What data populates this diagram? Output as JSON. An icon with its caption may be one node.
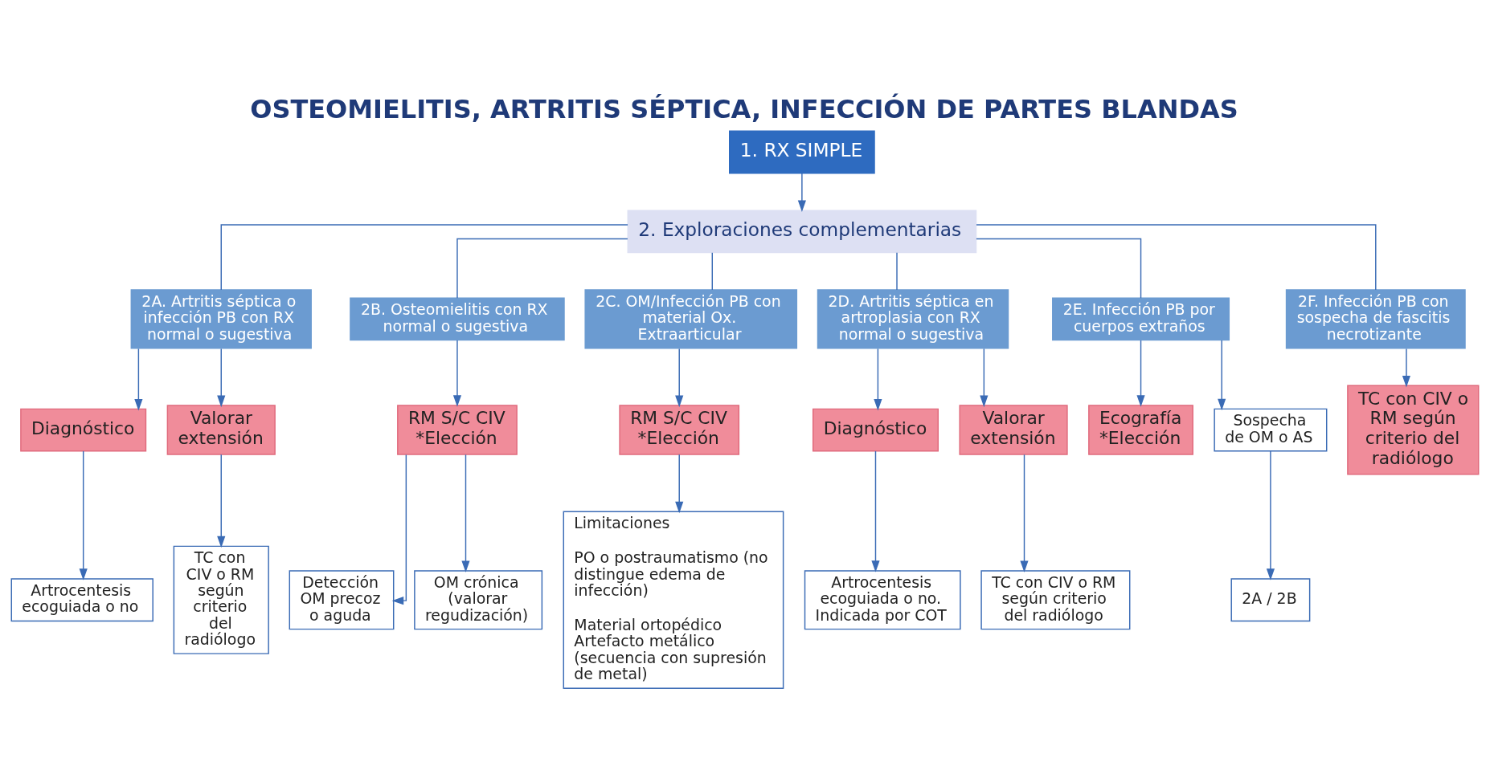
{
  "diagram": {
    "title": "OSTEOMIELITIS, ARTRITIS SÉPTICA, INFECCIÓN DE PARTES BLANDAS",
    "nodes": [
      {
        "text": [
          "1. RX SIMPLE"
        ]
      },
      {
        "text": [
          "2. Exploraciones complementarias"
        ]
      },
      {
        "text": [
          "2A. Artritis séptica o infección PB con RX normal o sugestiva"
        ]
      },
      {
        "text": [
          "2B. Osteomielitis con RX normal o sugestiva"
        ]
      },
      {
        "text": [
          "2C. OM/Infección PB con material Ox. Extraarticular"
        ]
      },
      {
        "text": [
          "2D. Artritis séptica en artroplasia con RX normal o sugestiva"
        ]
      },
      {
        "text": [
          "2E. Infección PB por cuerpos extraños"
        ]
      },
      {
        "text": [
          "2F. Infección PB con sospecha de fascitis necrotizante"
        ]
      },
      {
        "text": [
          "Diagnóstico"
        ]
      },
      {
        "text": [
          "Valorar extensión"
        ]
      },
      {
        "text": [
          "Artrocentesis ecoguiada o no"
        ]
      },
      {
        "text": [
          "TC con CIV o RM según criterio del radiólogo"
        ]
      },
      {
        "text": [
          "RM S/C CIV *Elección"
        ]
      },
      {
        "text": [
          "Detección OM precoz o aguda"
        ]
      },
      {
        "text": [
          "OM crónica (valorar regudización)"
        ]
      },
      {
        "text": [
          "RM S/C CIV *Elección"
        ]
      },
      {
        "text": [
          "Limitaciones",
          "PO o postraumatismo (no distingue edema de infección)",
          "Material ortopédico Artefacto metálico (secuencia con supresión de metal)"
        ]
      },
      {
        "text": [
          "Diagnóstico"
        ]
      },
      {
        "text": [
          "Valorar extensión"
        ]
      },
      {
        "text": [
          "Artrocentesis ecoguiada o no. Indicada por COT"
        ]
      },
      {
        "text": [
          "TC con CIV o RM según criterio del radiólogo"
        ]
      },
      {
        "text": [
          "Ecografía *Elección"
        ]
      },
      {
        "text": [
          "Sospecha de OM o AS"
        ]
      },
      {
        "text": [
          "2A / 2B"
        ]
      },
      {
        "text": [
          "TC con CIV o RM según criterio del radiólogo"
        ]
      }
    ],
    "edges": [
      {
        "from": 0,
        "to": 1,
        "arrow": "to"
      },
      {
        "from": 1,
        "to": 2,
        "arrow": "none"
      },
      {
        "from": 1,
        "to": 3,
        "arrow": "none"
      },
      {
        "from": 1,
        "to": 4,
        "arrow": "none"
      },
      {
        "from": 1,
        "to": 5,
        "arrow": "none"
      },
      {
        "from": 1,
        "to": 6,
        "arrow": "none"
      },
      {
        "from": 1,
        "to": 7,
        "arrow": "none"
      },
      {
        "from": 2,
        "to": 8,
        "arrow": "to"
      },
      {
        "from": 2,
        "to": 9,
        "arrow": "to"
      },
      {
        "from": 8,
        "to": 10,
        "arrow": "to"
      },
      {
        "from": 9,
        "to": 11,
        "arrow": "to"
      },
      {
        "from": 3,
        "to": 12,
        "arrow": "to"
      },
      {
        "from": 12,
        "to": 13,
        "arrow": "to"
      },
      {
        "from": 12,
        "to": 14,
        "arrow": "to"
      },
      {
        "from": 4,
        "to": 15,
        "arrow": "to"
      },
      {
        "from": 15,
        "to": 16,
        "arrow": "to"
      },
      {
        "from": 5,
        "to": 17,
        "arrow": "to"
      },
      {
        "from": 5,
        "to": 18,
        "arrow": "to"
      },
      {
        "from": 17,
        "to": 19,
        "arrow": "to"
      },
      {
        "from": 18,
        "to": 20,
        "arrow": "to"
      },
      {
        "from": 6,
        "to": 21,
        "arrow": "to"
      },
      {
        "from": 6,
        "to": 22,
        "arrow": "to"
      },
      {
        "from": 22,
        "to": 23,
        "arrow": "to"
      },
      {
        "from": 7,
        "to": 24,
        "arrow": "to"
      }
    ]
  }
}
